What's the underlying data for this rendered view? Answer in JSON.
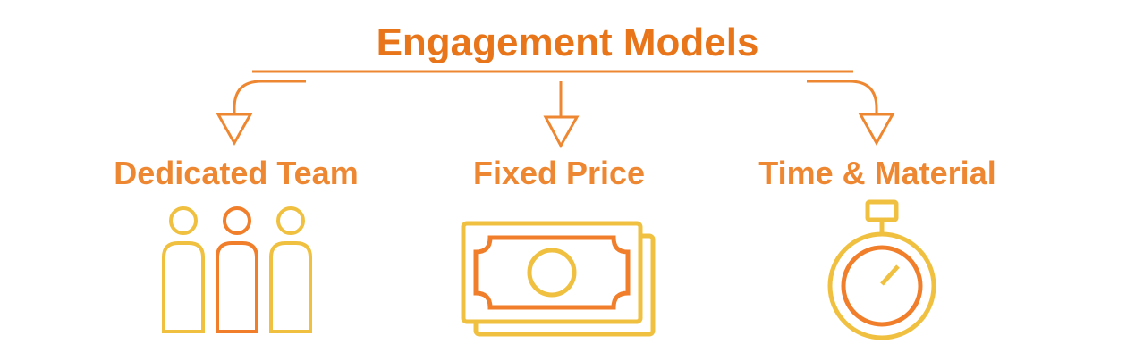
{
  "title": "Engagement Models",
  "colors": {
    "title": "#E8751A",
    "label": "#EE8732",
    "line": "#EE8732",
    "icon_yellow": "#F0C040",
    "icon_orange": "#F07E2A"
  },
  "models": [
    {
      "label": "Dedicated Team",
      "icon": "team-icon"
    },
    {
      "label": "Fixed Price",
      "icon": "money-icon"
    },
    {
      "label": "Time & Material",
      "icon": "stopwatch-icon"
    }
  ]
}
